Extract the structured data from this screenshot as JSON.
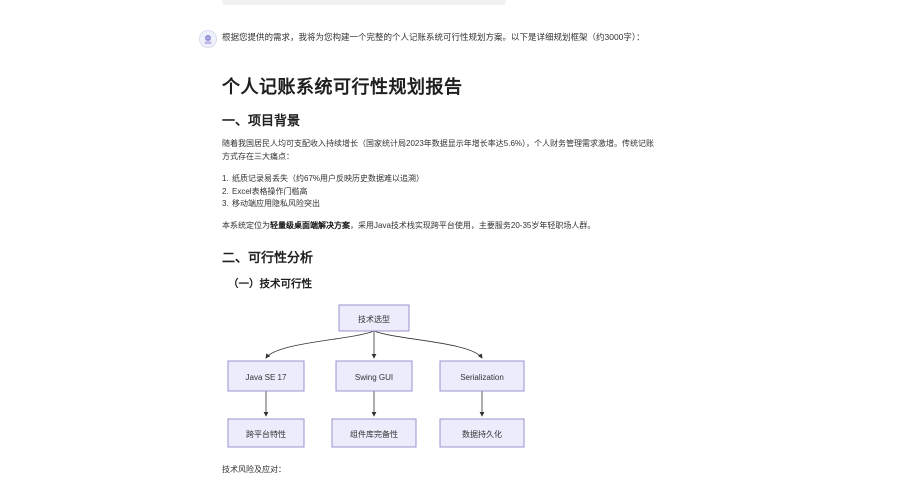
{
  "chat": {
    "intro": "根据您提供的需求，我将为您构建一个完整的个人记账系统可行性规划方案。以下是详细规划框架（约3000字）：",
    "avatar_icon": "bot-avatar-icon"
  },
  "doc": {
    "title": "个人记账系统可行性规划报告",
    "section1": {
      "heading": "一、项目背景",
      "paragraph": "随着我国居民人均可支配收入持续增长（国家统计局2023年数据显示年增长率达5.6%），个人财务管理需求激增。传统记账方式存在三大痛点：",
      "list": [
        {
          "num": "1.",
          "text": "纸质记录易丢失（约67%用户反映历史数据难以追溯）"
        },
        {
          "num": "2.",
          "text": "Excel表格操作门槛高"
        },
        {
          "num": "3.",
          "text": "移动端应用隐私风险突出"
        }
      ],
      "summary_pre": "本系统定位为",
      "summary_bold": "轻量级桌面端解决方案",
      "summary_post": "，采用Java技术栈实现跨平台使用，主要服务20-35岁年轻职场人群。"
    },
    "section2": {
      "heading": "二、可行性分析",
      "sub1": "（一）技术可行性",
      "diagram": {
        "root": "技术选型",
        "tech": [
          "Java SE 17",
          "Swing GUI",
          "Serialization"
        ],
        "benefit": [
          "跨平台特性",
          "组件库完备性",
          "数据持久化"
        ]
      },
      "risk_label": "技术风险及应对："
    }
  },
  "colors": {
    "node_fill": "#ececfd",
    "node_stroke": "#9a93cf"
  }
}
